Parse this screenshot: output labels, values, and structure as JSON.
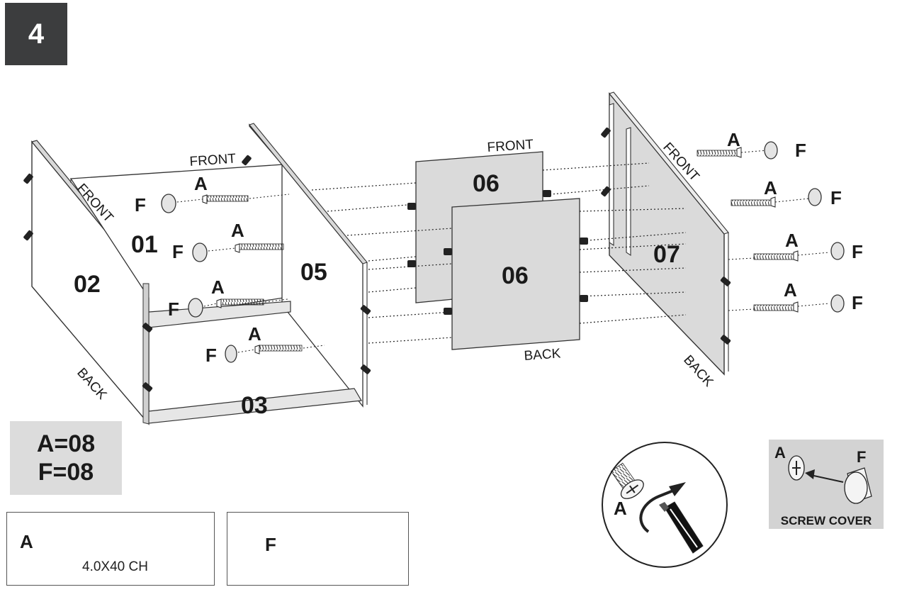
{
  "step": "4",
  "quantities": {
    "a": "A=08",
    "f": "F=08"
  },
  "parts": {
    "a": {
      "letter": "A",
      "spec": "4.0X40 CH"
    },
    "f": {
      "letter": "F"
    }
  },
  "screw_cover": {
    "label": "SCREW COVER",
    "a": "A",
    "f": "F"
  },
  "panels": {
    "p01": "01",
    "p02": "02",
    "p03": "03",
    "p05": "05",
    "p06a": "06",
    "p06b": "06",
    "p07": "07"
  },
  "orientation": {
    "front": "FRONT",
    "back": "BACK"
  },
  "fittings": {
    "a": "A",
    "f": "F"
  },
  "detail": {
    "a": "A"
  }
}
